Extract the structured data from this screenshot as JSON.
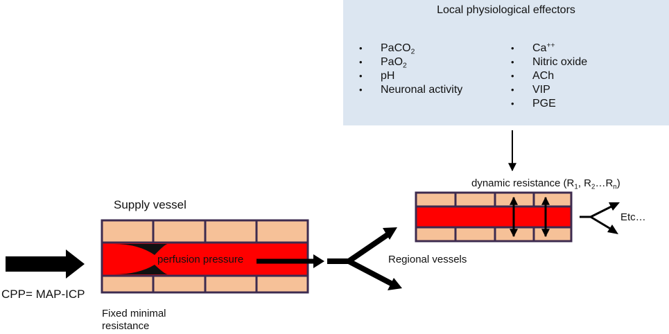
{
  "effectors": {
    "title": "Local physiological effectors",
    "left_items": [
      {
        "base": "PaCO",
        "sub": "2"
      },
      {
        "base": "PaO",
        "sub": "2"
      },
      {
        "base": "pH"
      },
      {
        "base": "Neuronal activity"
      }
    ],
    "right_items": [
      {
        "base": "Ca",
        "sup": "++"
      },
      {
        "base": "Nitric oxide"
      },
      {
        "base": "ACh"
      },
      {
        "base": "VIP"
      },
      {
        "base": "PGE"
      }
    ]
  },
  "labels": {
    "supply_vessel": "Supply vessel",
    "perfusion_pressure": "perfusion pressure",
    "regional_vessels": "Regional vessels",
    "cpp": "CPP= MAP-ICP",
    "fixed_resistance_line1": "Fixed minimal",
    "fixed_resistance_line2": "resistance",
    "etc": "Etc…",
    "dynamic_resistance": {
      "prefix": "dynamic resistance (R",
      "r1_sub": "1",
      "mid1": ", R",
      "r2_sub": "2",
      "mid2": "…R",
      "rn_sub": "n",
      "suffix": ")"
    }
  },
  "colors": {
    "panel_bg": "#dce6f1",
    "vessel_wall": "#f6c198",
    "vessel_border": "#3d2b4f",
    "lumen": "#ff0000",
    "arrow": "#000000"
  }
}
